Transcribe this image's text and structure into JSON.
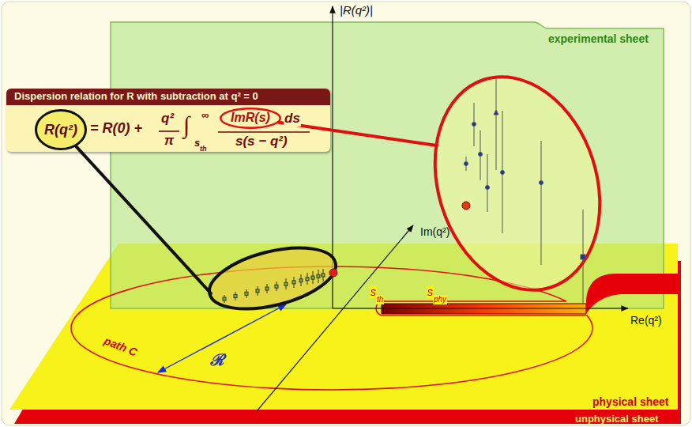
{
  "diagram": {
    "nodes": [
      {
        "text": [
          "Dispersion relation for R with subtraction at q² = 0",
          "= R(0) +",
          "q²",
          "π",
          "∫",
          "∞",
          "s",
          "th",
          "ds",
          "s(s − q²)"
        ]
      },
      {
        "text": [
          "R(q²)"
        ],
        "in": 0
      },
      {
        "text": [
          "ImR(s)"
        ],
        "in": 0
      }
    ],
    "labels": [
      "|R(q²)|",
      "Im(q²)",
      "Re(q²)",
      "experimental sheet",
      "physical sheet",
      "unphysical sheet",
      "path C",
      "ℛ",
      "s",
      "th",
      "s",
      "phy"
    ]
  }
}
